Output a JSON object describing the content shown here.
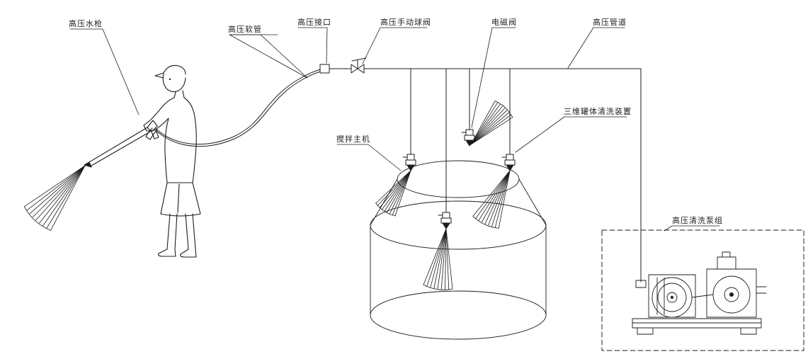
{
  "diagram": {
    "type": "technical-line-drawing",
    "subject": "high-pressure tank cleaning system schematic",
    "colors": {
      "line": "#1c1c1c",
      "background": "#ffffff"
    },
    "labels": {
      "water_gun": "高压水枪",
      "hose": "高压软管",
      "connector": "高压接口",
      "manual_ball_valve": "高压手动球阀",
      "solenoid_valve": "电磁阀",
      "pipeline": "高压管道",
      "mixer_host": "搅拌主机",
      "tank_cleaning_device": "三维罐体清洗装置",
      "pump_unit": "高压清洗泵组"
    }
  }
}
